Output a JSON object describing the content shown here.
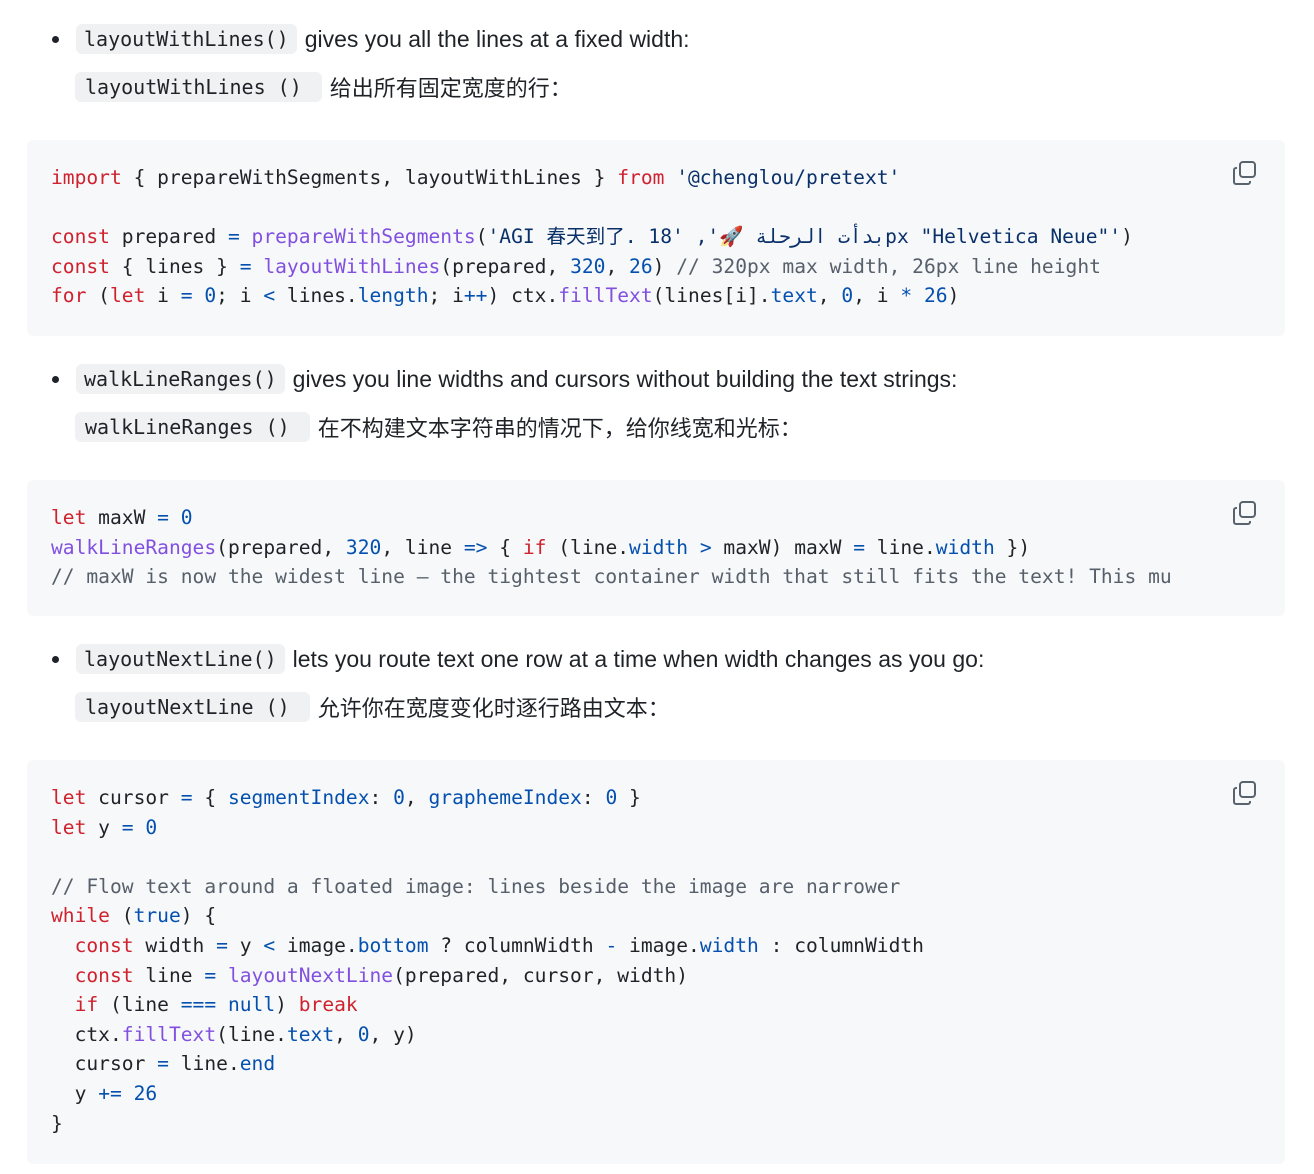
{
  "sections": [
    {
      "api": "layoutWithLines()",
      "desc": "gives you all the lines at a fixed width:",
      "trans_code": "layoutWithLines ()",
      "trans_desc": "给出所有固定宽度的行："
    },
    {
      "api": "walkLineRanges()",
      "desc": "gives you line widths and cursors without building the text strings:",
      "trans_code": "walkLineRanges ()",
      "trans_desc": "在不构建文本字符串的情况下，给你线宽和光标："
    },
    {
      "api": "layoutNextLine()",
      "desc": "lets you route text one row at a time when width changes as you go:",
      "trans_code": "layoutNextLine ()",
      "trans_desc": "允许你在宽度变化时逐行路由文本："
    }
  ],
  "code_blocks": {
    "block1": {
      "line1": {
        "kw_import": "import",
        "t1": " { prepareWithSegments, layoutWithLines } ",
        "kw_from": "from",
        "t2": " ",
        "str": "'@chenglou/pretext'"
      },
      "line2": {
        "kw_const": "const",
        "t1": " prepared ",
        "op": "=",
        "t2": " ",
        "fn": "prepareWithSegments",
        "t3": "(",
        "str1": "'AGI 春天到了. 18' ,'🚀 بدأت الرحلة",
        "str2": "px \"Helvetica Neue\"'",
        "t4": ")"
      },
      "line3": {
        "kw_const": "const",
        "t1": " { lines } ",
        "op": "=",
        "t2": " ",
        "fn": "layoutWithLines",
        "t3": "(prepared, ",
        "n1": "320",
        "t4": ", ",
        "n2": "26",
        "t5": ") ",
        "comment": "// 320px max width, 26px line height"
      },
      "line4": {
        "kw_for": "for",
        "t1": " (",
        "kw_let": "let",
        "t2": " i ",
        "op1": "=",
        "t3": " ",
        "n1": "0",
        "t4": "; i ",
        "op2": "<",
        "t5": " lines.",
        "prop1": "length",
        "t6": "; i",
        "op3": "++",
        "t7": ") ctx.",
        "fn": "fillText",
        "t8": "(lines[i].",
        "prop2": "text",
        "t9": ", ",
        "n2": "0",
        "t10": ", i ",
        "op4": "*",
        "t11": " ",
        "n3": "26",
        "t12": ")"
      }
    },
    "block2": {
      "line1": {
        "kw_let": "let",
        "t1": " maxW ",
        "op": "=",
        "t2": " ",
        "n1": "0"
      },
      "line2": {
        "fn": "walkLineRanges",
        "t1": "(prepared, ",
        "n1": "320",
        "t2": ", line ",
        "op1": "=>",
        "t3": " { ",
        "kw_if": "if",
        "t4": " (line.",
        "prop1": "width",
        "t5": " ",
        "op2": ">",
        "t6": " maxW) maxW ",
        "op3": "=",
        "t7": " line.",
        "prop2": "width",
        "t8": " })"
      },
      "line3": {
        "comment": "// maxW is now the widest line — the tightest container width that still fits the text! This mu"
      }
    },
    "block3": {
      "line1": {
        "kw_let": "let",
        "t1": " cursor ",
        "op": "=",
        "t2": " { ",
        "prop1": "segmentIndex",
        "t3": ": ",
        "n1": "0",
        "t4": ", ",
        "prop2": "graphemeIndex",
        "t5": ": ",
        "n2": "0",
        "t6": " }"
      },
      "line2": {
        "kw_let": "let",
        "t1": " y ",
        "op": "=",
        "t2": " ",
        "n1": "0"
      },
      "line4": {
        "comment": "// Flow text around a floated image: lines beside the image are narrower"
      },
      "line5": {
        "kw_while": "while",
        "t1": " (",
        "kw_true": "true",
        "t2": ") {"
      },
      "line6": {
        "indent": "  ",
        "kw_const": "const",
        "t1": " width ",
        "op1": "=",
        "t2": " y ",
        "op2": "<",
        "t3": " image.",
        "prop1": "bottom",
        "t4": " ? columnWidth ",
        "op3": "-",
        "t5": " image.",
        "prop2": "width",
        "t6": " : columnWidth"
      },
      "line7": {
        "indent": "  ",
        "kw_const": "const",
        "t1": " line ",
        "op": "=",
        "t2": " ",
        "fn": "layoutNextLine",
        "t3": "(prepared, cursor, width)"
      },
      "line8": {
        "indent": "  ",
        "kw_if": "if",
        "t1": " (line ",
        "op": "===",
        "t2": " ",
        "kw_null": "null",
        "t3": ") ",
        "kw_break": "break"
      },
      "line9": {
        "indent": "  ",
        "t1": "ctx.",
        "fn": "fillText",
        "t2": "(line.",
        "prop": "text",
        "t3": ", ",
        "n1": "0",
        "t4": ", y)"
      },
      "line10": {
        "indent": "  ",
        "t1": "cursor ",
        "op": "=",
        "t2": " line.",
        "prop": "end"
      },
      "line11": {
        "indent": "  ",
        "t1": "y ",
        "op": "+=",
        "t2": " ",
        "n1": "26"
      },
      "line12": {
        "t1": "}"
      }
    }
  },
  "icons": {
    "copy": "copy-icon"
  },
  "colors": {
    "keyword": "#cf222e",
    "function": "#8250df",
    "string": "#0a3069",
    "number": "#0550ae",
    "comment": "#57606a",
    "code_bg": "#f6f8fa"
  }
}
